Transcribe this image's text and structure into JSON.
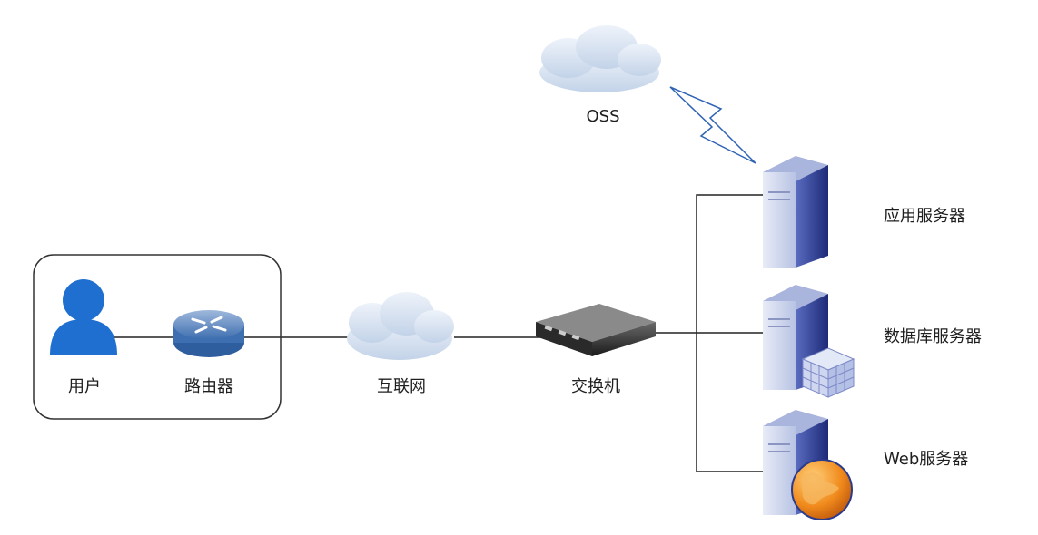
{
  "nodes": {
    "user": {
      "label": "用户",
      "icon": "user-icon"
    },
    "router": {
      "label": "路由器",
      "icon": "router-icon"
    },
    "internet": {
      "label": "互联网",
      "icon": "cloud-icon"
    },
    "switch": {
      "label": "交换机",
      "icon": "switch-icon"
    },
    "oss": {
      "label": "OSS",
      "icon": "cloud-icon"
    },
    "app_server": {
      "label": "应用服务器",
      "icon": "server-icon"
    },
    "db_server": {
      "label": "数据库服务器",
      "icon": "database-server-icon"
    },
    "web_server": {
      "label": "Web服务器",
      "icon": "web-server-icon"
    }
  },
  "colors": {
    "user": "#1f6fd1",
    "cloud": "#dbe6f3",
    "server": "#3d4f9f",
    "server_light": "#c9d2ec",
    "line": "#222222",
    "globe": "#f08a1c"
  }
}
